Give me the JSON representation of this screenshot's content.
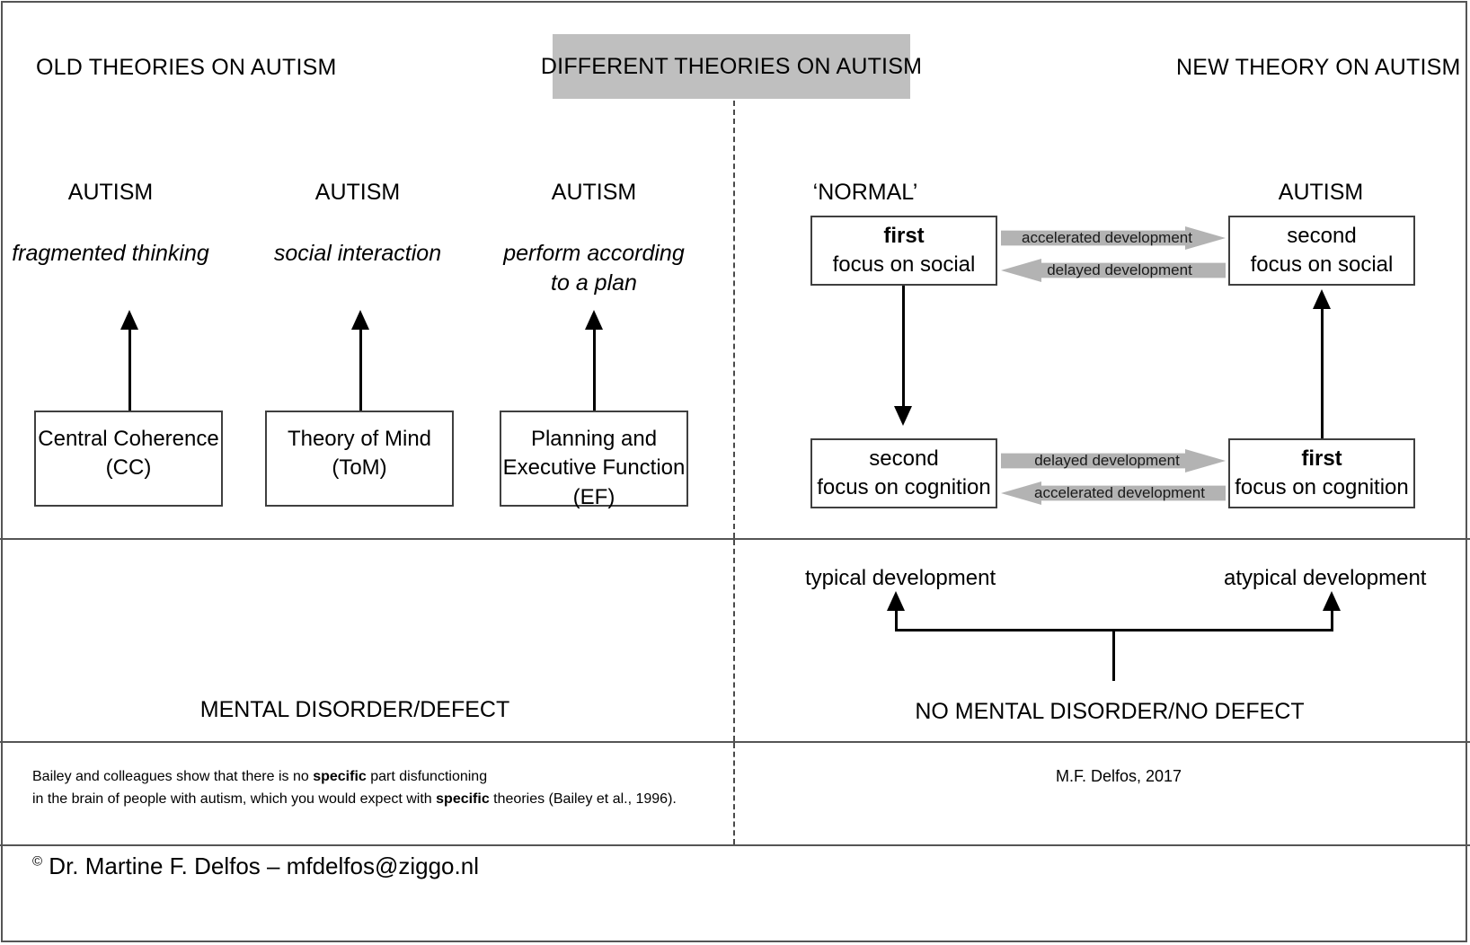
{
  "headers": {
    "left": "OLD THEORIES ON AUTISM",
    "center": "DIFFERENT THEORIES ON AUTISM",
    "right": "NEW THEORY ON AUTISM"
  },
  "old_theories": {
    "columns": [
      {
        "autism_label": "AUTISM",
        "description": "fragmented thinking",
        "box_line1": "Central Coherence",
        "box_line2": "(CC)"
      },
      {
        "autism_label": "AUTISM",
        "description": "social interaction",
        "box_line1": "Theory of Mind",
        "box_line2": "(ToM)"
      },
      {
        "autism_label": "AUTISM",
        "description": "perform according\nto a plan",
        "description_line1": "perform according",
        "description_line2": "to a plan",
        "box_line1": "Planning and",
        "box_line2": "Executive Function",
        "box_line3": "(EF)"
      }
    ],
    "conclusion": "MENTAL DISORDER/DEFECT",
    "footnote_line1_a": "Bailey and colleagues show that there is no ",
    "footnote_line1_b": "specific",
    "footnote_line1_c": " part disfunctioning",
    "footnote_line2_a": "in the brain of people with autism, which you would expect with ",
    "footnote_line2_b": "specific",
    "footnote_line2_c": " theories (Bailey et al., 1996)."
  },
  "new_theory": {
    "left_column_label": "‘NORMAL’",
    "right_column_label": "AUTISM",
    "boxes": {
      "normal_social": {
        "order": "first",
        "focus": "focus on social"
      },
      "autism_social": {
        "order": "second",
        "focus": "focus on social"
      },
      "normal_cognition": {
        "order": "second",
        "focus": "focus on cognition"
      },
      "autism_cognition": {
        "order": "first",
        "focus": "focus on cognition"
      }
    },
    "arrows": {
      "top_right": "accelerated development",
      "top_left": "delayed development",
      "bottom_right": "delayed development",
      "bottom_left": "accelerated development"
    },
    "development_labels": {
      "typical": "typical development",
      "atypical": "atypical development"
    },
    "conclusion": "NO MENTAL DISORDER/NO DEFECT",
    "credit": "M.F. Delfos, 2017"
  },
  "footer": {
    "copyright_symbol": "©",
    "copyright_text": " Dr. Martine F. Delfos  –  mfdelfos@ziggo.nl"
  },
  "colors": {
    "header_band": "#bfbfbf",
    "block_arrow": "#b3b3b3",
    "border": "#3f3f3f",
    "rule": "#555555"
  }
}
